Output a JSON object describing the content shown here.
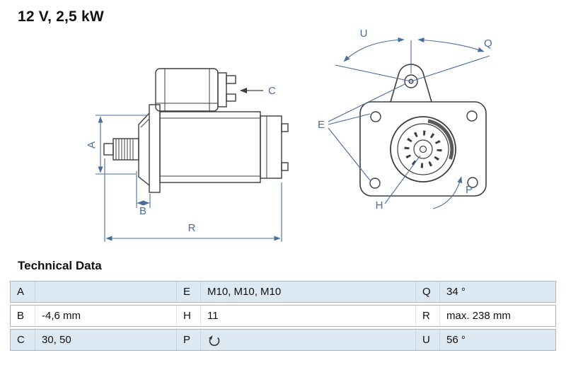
{
  "title": "12 V, 2,5 kW",
  "technical_data": {
    "heading": "Technical Data",
    "rows": [
      {
        "k1": "A",
        "v1": "",
        "k2": "E",
        "v2": "M10, M10, M10",
        "k3": "Q",
        "v3": "34 °"
      },
      {
        "k1": "B",
        "v1": "-4,6 mm",
        "k2": "H",
        "v2": "11",
        "k3": "R",
        "v3": "max. 238 mm"
      },
      {
        "k1": "C",
        "v1": "30, 50",
        "k2": "P",
        "v2": "",
        "v2_icon": "rotation-direction-ccw-icon",
        "k3": "U",
        "v3": "56 °"
      }
    ]
  },
  "diagram": {
    "description": "starter motor side view and mounting-flange front view with dimension callouts",
    "labels": {
      "A": "A",
      "B": "B",
      "C": "C",
      "R": "R",
      "E": "E",
      "H": "H",
      "P": "P",
      "Q": "Q",
      "U": "U"
    },
    "annotation_color": "#4a6d9b",
    "line_color": "#3d3d3d"
  },
  "colors": {
    "row_blue": "#dce8f2",
    "row_white": "#ffffff",
    "table_border": "#a9b5bf",
    "text": "#111111"
  }
}
